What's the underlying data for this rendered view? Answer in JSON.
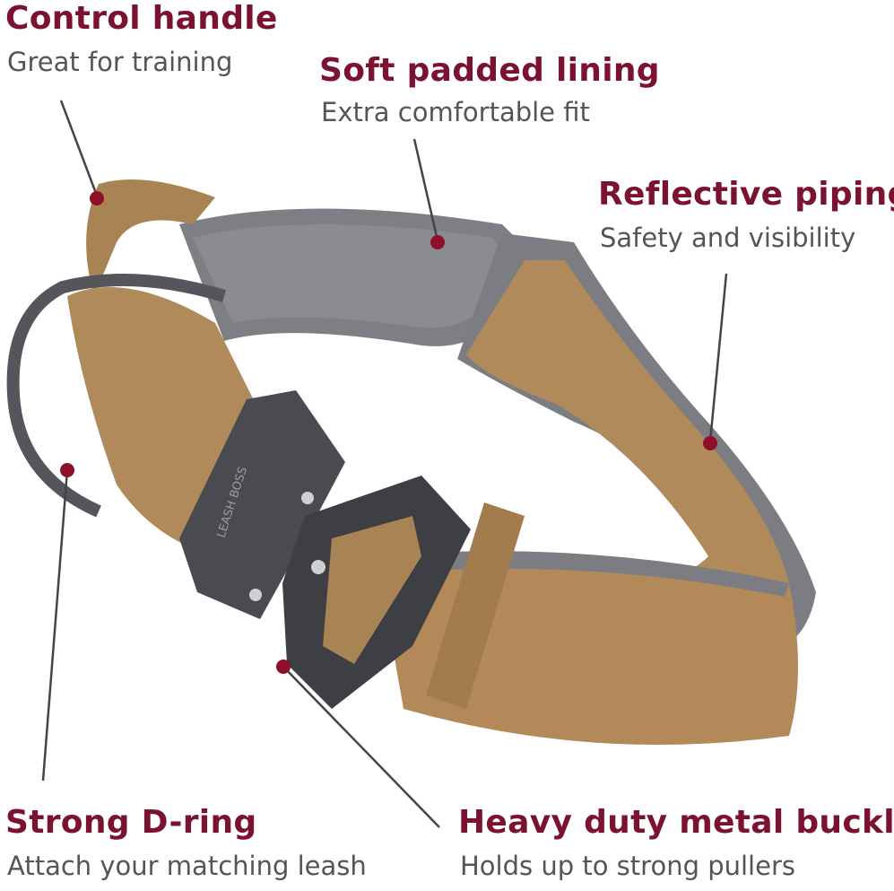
{
  "callouts": {
    "control_handle": {
      "title": "Control handle",
      "subtitle": "Great for training"
    },
    "padded_lining": {
      "title": "Soft padded lining",
      "subtitle": "Extra comfortable fit"
    },
    "reflective_piping": {
      "title": "Reflective piping",
      "subtitle": "Safety and visibility"
    },
    "d_ring": {
      "title": "Strong D-ring",
      "subtitle": "Attach your matching leash"
    },
    "buckle": {
      "title": "Heavy duty metal buckle",
      "subtitle": "Holds up to strong pullers"
    }
  },
  "brand_mark": "LEASH BOSS",
  "colors": {
    "accent": "#7a1230",
    "dot": "#8e0f2a",
    "strap": "#b08a5a",
    "lining": "#7a7c80",
    "metal": "#4a4b50"
  }
}
